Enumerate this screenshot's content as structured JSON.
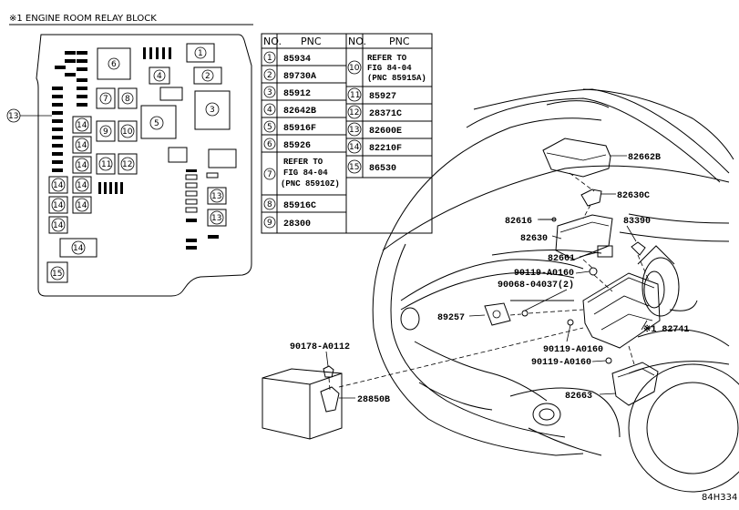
{
  "relay_block": {
    "title": "※1 ENGINE ROOM RELAY BLOCK",
    "callouts": [
      "1",
      "2",
      "3",
      "4",
      "5",
      "6",
      "7",
      "8",
      "9",
      "10",
      "11",
      "12",
      "13",
      "14",
      "14",
      "14",
      "14",
      "14",
      "14",
      "14",
      "14",
      "13",
      "13",
      "14",
      "15"
    ]
  },
  "pnc_table": {
    "headers": [
      "NO.",
      "PNC",
      "NO.",
      "PNC"
    ],
    "left": [
      {
        "no": "1",
        "pnc": [
          "85934"
        ]
      },
      {
        "no": "2",
        "pnc": [
          "89730A"
        ]
      },
      {
        "no": "3",
        "pnc": [
          "85912"
        ]
      },
      {
        "no": "4",
        "pnc": [
          "82642B"
        ]
      },
      {
        "no": "5",
        "pnc": [
          "85916F"
        ]
      },
      {
        "no": "6",
        "pnc": [
          "85926"
        ]
      },
      {
        "no": "7",
        "pnc": [
          "REFER TO",
          "FIG 84-04",
          "(PNC 85910Z)"
        ]
      },
      {
        "no": "8",
        "pnc": [
          "85916C"
        ]
      },
      {
        "no": "9",
        "pnc": [
          "28300"
        ]
      }
    ],
    "right": [
      {
        "no": "10",
        "pnc": [
          "REFER TO",
          "FIG 84-04",
          "(PNC 85915A)"
        ]
      },
      {
        "no": "11",
        "pnc": [
          "85927"
        ]
      },
      {
        "no": "12",
        "pnc": [
          "28371C"
        ]
      },
      {
        "no": "13",
        "pnc": [
          "82600E"
        ]
      },
      {
        "no": "14",
        "pnc": [
          "82210F"
        ]
      },
      {
        "no": "15",
        "pnc": [
          "86530"
        ]
      }
    ]
  },
  "part_labels": {
    "p82662B": "82662B",
    "p82630C": "82630C",
    "p82616": "82616",
    "p83390": "83390",
    "p82630": "82630",
    "p82661": "82661",
    "p90119a": "90119-A0160",
    "p90068": "90068-04037(2)",
    "p89257": "89257",
    "p82741": "※1 82741",
    "p90178": "90178-A0112",
    "p90119b": "90119-A0160",
    "p90119c": "90119-A0160",
    "p28850B": "28850B",
    "p82663": "82663"
  },
  "figure_code": "84H334"
}
